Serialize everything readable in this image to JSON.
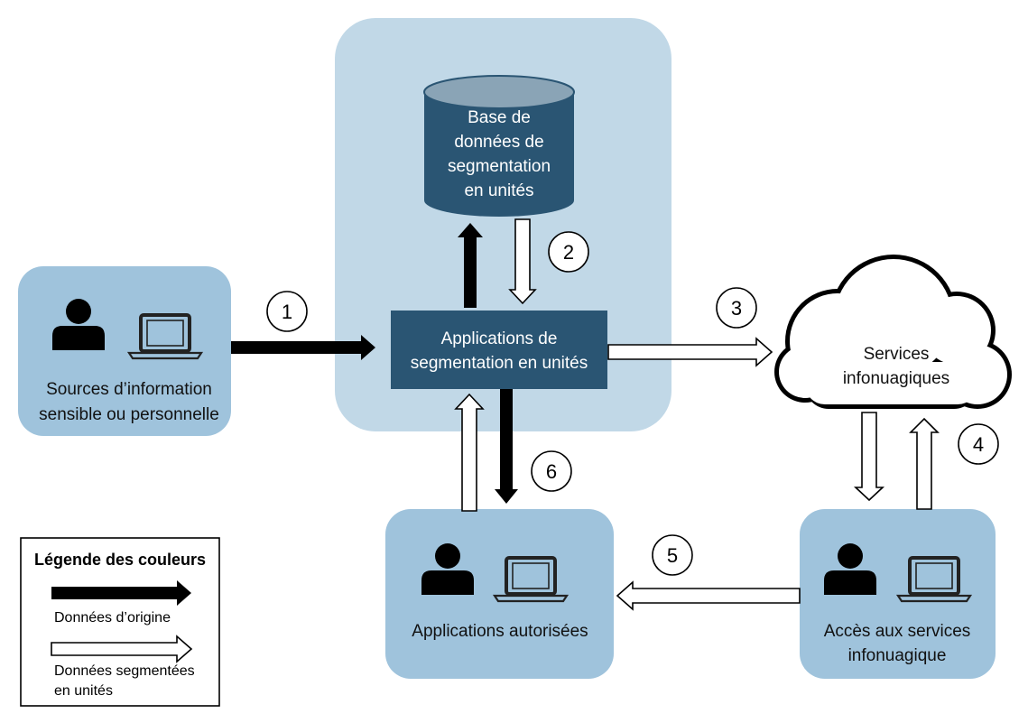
{
  "nodes": {
    "sources": {
      "line1": "Sources d’information",
      "line2": "sensible ou personnelle"
    },
    "database": {
      "line1": "Base de",
      "line2": "données de",
      "line3": "segmentation",
      "line4": "en unités"
    },
    "apps_segmentation": {
      "line1": "Applications de",
      "line2": "segmentation en unités"
    },
    "cloud": {
      "line1": "Services",
      "line2": "infonuagiques"
    },
    "authorized_apps": {
      "label": "Applications autorisées"
    },
    "cloud_access": {
      "line1": "Accès aux services",
      "line2": "infonuagique"
    }
  },
  "steps": [
    "1",
    "2",
    "3",
    "4",
    "5",
    "6"
  ],
  "legend": {
    "title": "Légende des couleurs",
    "original": "Données d’origine",
    "tokenized_line1": "Données segmentées",
    "tokenized_line2": "en unités"
  },
  "icons": [
    "person-icon",
    "laptop-icon",
    "database-icon",
    "cloud-icon"
  ],
  "colors": {
    "box_light": "#9fc3dc",
    "center_panel": "#c1d8e7",
    "dark_navy": "#2a5573",
    "db_top": "#8aa4b6"
  }
}
